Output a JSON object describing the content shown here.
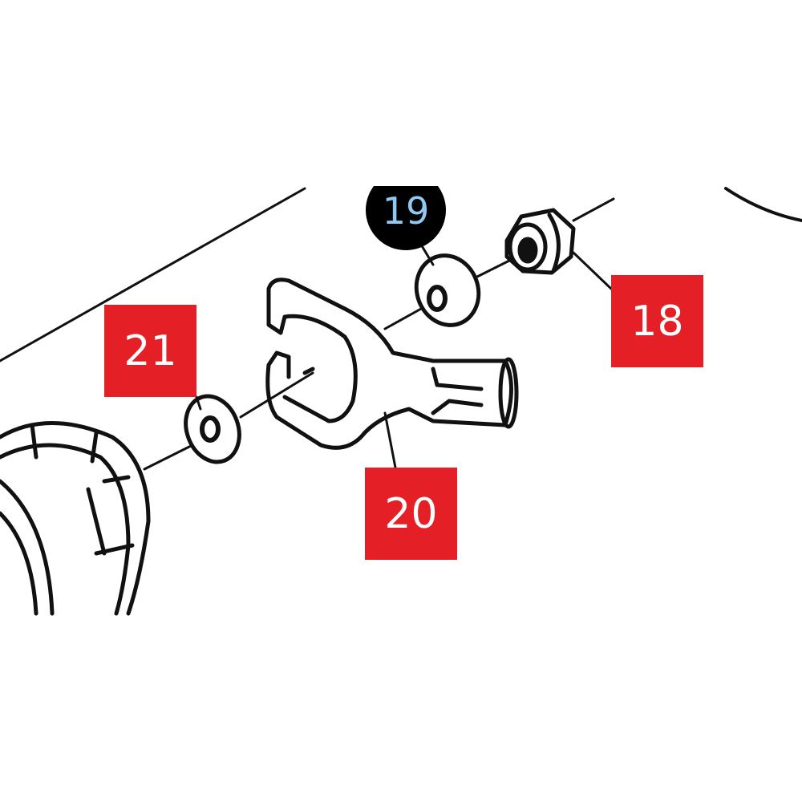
{
  "diagram": {
    "callouts": [
      {
        "label": "21",
        "color": "#e41f26"
      },
      {
        "label": "18",
        "color": "#e41f26"
      },
      {
        "label": "20",
        "color": "#e41f26"
      }
    ],
    "badge": {
      "label": "19",
      "color": "#000000"
    }
  }
}
